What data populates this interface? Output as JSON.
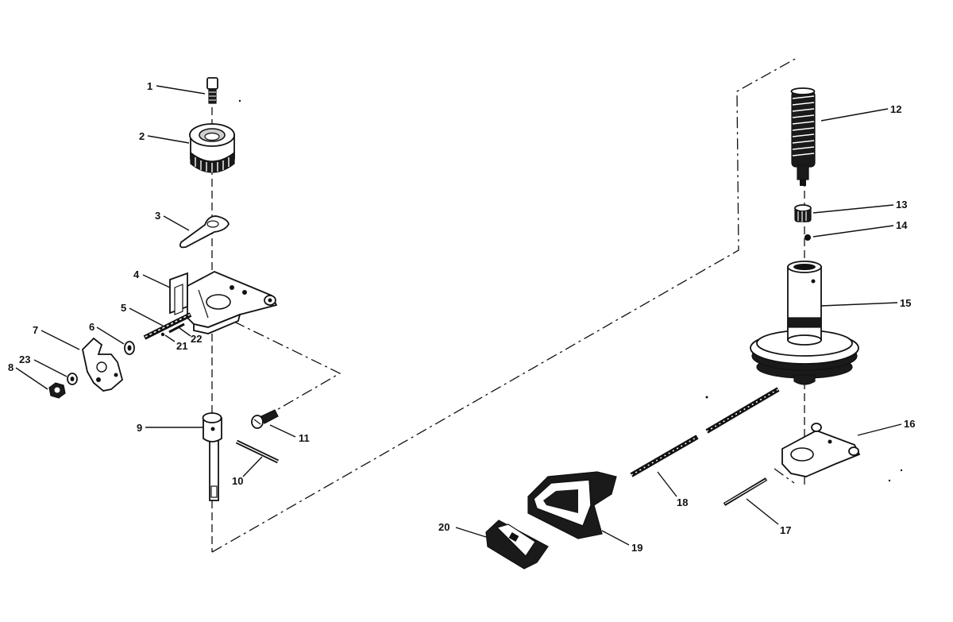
{
  "figure": {
    "type": "exploded-parts-diagram",
    "part_labels": [
      "1",
      "2",
      "3",
      "4",
      "5",
      "6",
      "7",
      "8",
      "9",
      "10",
      "11",
      "12",
      "13",
      "14",
      "15",
      "16",
      "17",
      "18",
      "19",
      "20",
      "21",
      "22",
      "23"
    ]
  }
}
